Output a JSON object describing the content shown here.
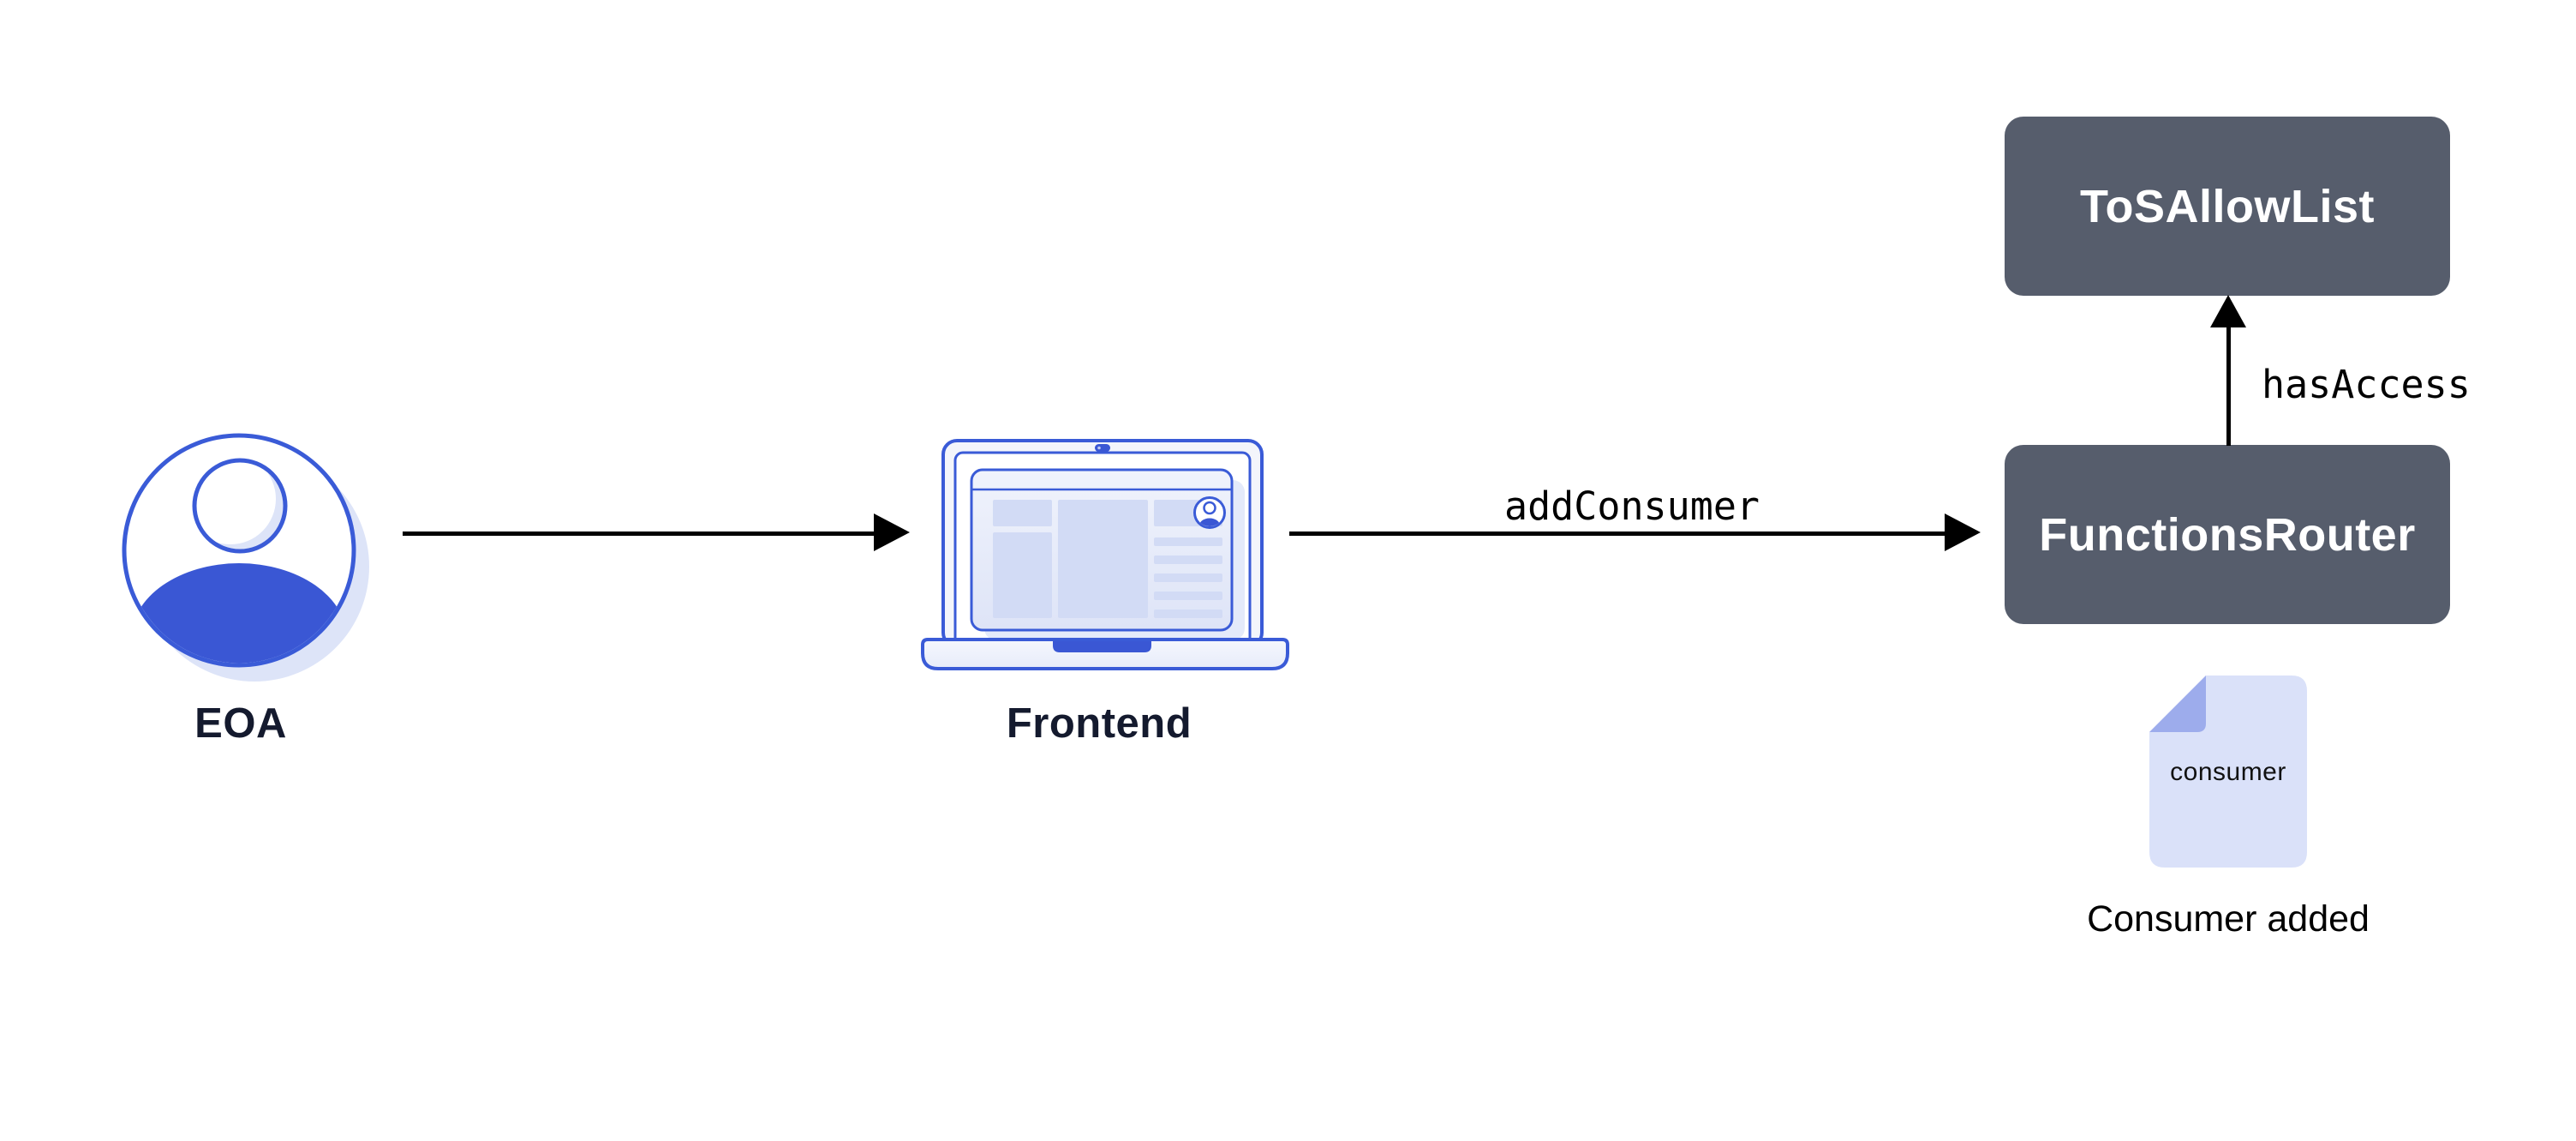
{
  "diagram": {
    "nodes": {
      "eoa": {
        "label": "EOA"
      },
      "frontend": {
        "label": "Frontend"
      },
      "functions_router": {
        "label": "FunctionsRouter"
      },
      "tos_allow_list": {
        "label": "ToSAllowList"
      }
    },
    "edges": {
      "eoa_to_frontend": {
        "label": ""
      },
      "frontend_to_router": {
        "label": "addConsumer"
      },
      "router_to_tos": {
        "label": "hasAccess"
      }
    },
    "artifacts": {
      "consumer_doc": {
        "label": "consumer",
        "caption": "Consumer added"
      }
    },
    "colors": {
      "box_bg": "#565D6C",
      "box_text": "#FFFFFF",
      "node_label_text": "#141A2E",
      "arrow": "#000000",
      "brand_blue": "#3A57D4",
      "blue_stroke": "#3A5BD7",
      "light_fill": "#D2DBF5",
      "shadow_fill": "#DDE4F8",
      "doc_fill": "#DAE1F9",
      "doc_fold": "#9DACEC"
    }
  }
}
